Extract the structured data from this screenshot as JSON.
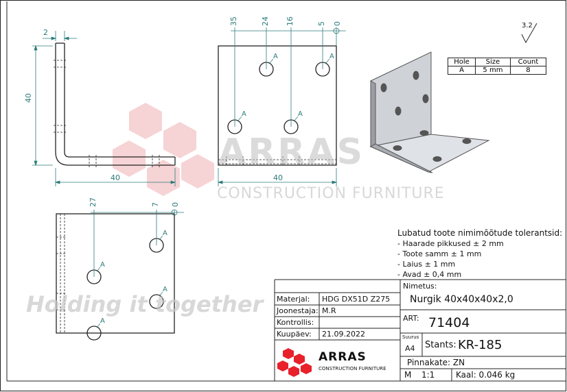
{
  "hole_table": {
    "headers": [
      "Hole",
      "Size",
      "Count"
    ],
    "row": [
      "A",
      "5 mm",
      "8"
    ]
  },
  "surface_finish": "3.2",
  "views": {
    "side": {
      "dim_thickness": "2",
      "dim_height": "40",
      "dim_width": "40"
    },
    "front": {
      "dims_top": [
        "35",
        "24",
        "16",
        "5",
        "0"
      ],
      "dim_width": "40",
      "hole_labels": [
        "A",
        "A",
        "A",
        "A"
      ]
    },
    "bottom": {
      "dims_top": [
        "27",
        "7",
        "0"
      ],
      "hole_labels": [
        "A",
        "A",
        "A",
        "A"
      ]
    }
  },
  "watermark": {
    "brand": "ARRAS",
    "subtitle": "CONSTRUCTION FURNITURE",
    "slogan": "Holding it together",
    "brand_color": "#e8202a"
  },
  "tolerances": {
    "title": "Lubatud toote nimimõõtude tolerantsid:",
    "lines": [
      "- Haarade pikkused ± 2 mm",
      "- Toote samm ± 1 mm",
      "- Laius ± 1 mm",
      "- Avad ± 0,4 mm"
    ]
  },
  "title_block": {
    "material_label": "Materjal:",
    "material_value": "HDG DX51D Z275",
    "drafter_label": "Joonestaja:",
    "drafter_value": "M.R",
    "checker_label": "Kontrollis:",
    "checker_value": "",
    "date_label": "Kuupäev:",
    "date_value": "21.09.2022",
    "name_label": "Nimetus:",
    "name_value": "Nurgik 40x40x40x2,0",
    "art_label": "ART:",
    "art_value": "71404",
    "size_label": "Suurus",
    "size_value": "A4",
    "stamp_label": "Stants:",
    "stamp_value": "KR-185",
    "coating": "Pinnakate: ZN",
    "scale_label": "M",
    "scale_value": "1:1",
    "weight": "Kaal: 0.046 kg",
    "logo_brand": "ARRAS",
    "logo_sub": "CONSTRUCTION FURNITURE"
  }
}
